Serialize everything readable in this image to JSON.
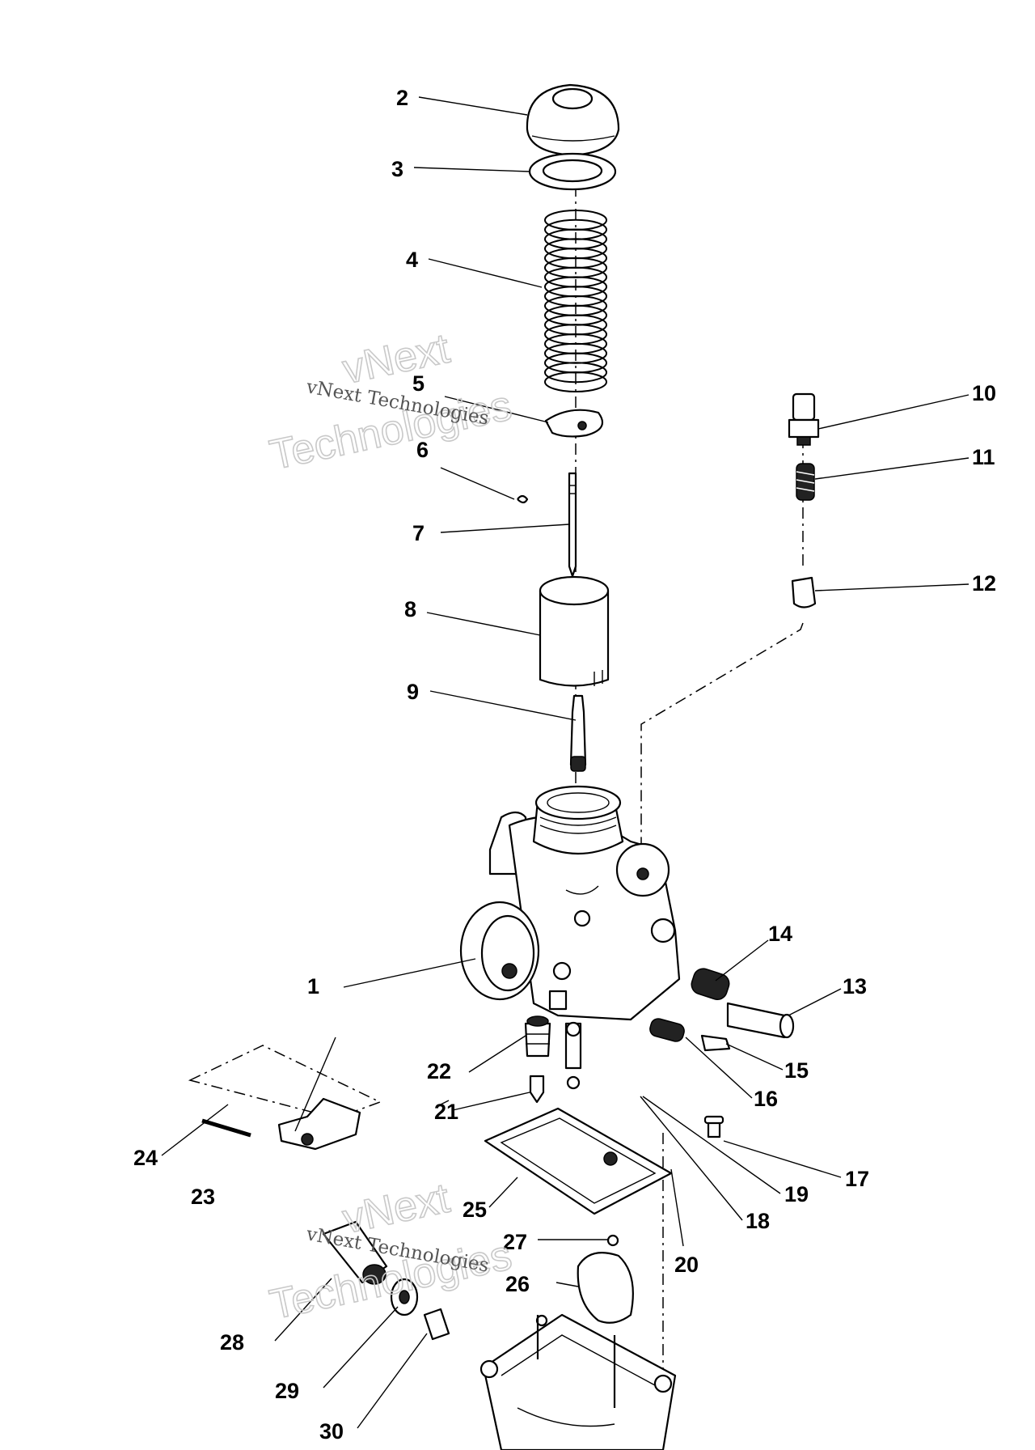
{
  "callouts": [
    "1",
    "2",
    "3",
    "4",
    "5",
    "6",
    "7",
    "8",
    "9",
    "10",
    "11",
    "12",
    "13",
    "14",
    "15",
    "16",
    "17",
    "18",
    "19",
    "20",
    "21",
    "22",
    "23",
    "24",
    "25",
    "26",
    "27",
    "28",
    "29",
    "30"
  ],
  "watermarks": [
    {
      "big_line1": "vNext",
      "big_line2": "Technologies",
      "small": "vNext Technologies"
    },
    {
      "big_line1": "vNext",
      "big_line2": "Technologies",
      "small": "vNext Technologies"
    }
  ]
}
